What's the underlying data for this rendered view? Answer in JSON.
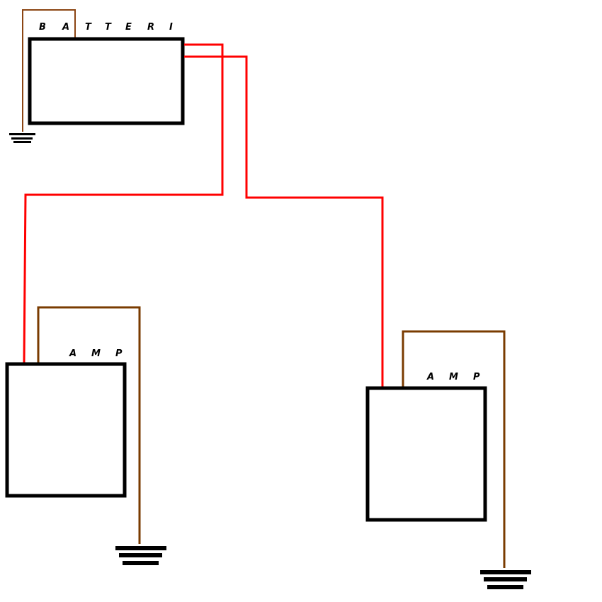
{
  "labels": {
    "battery": [
      "B",
      "A",
      "T",
      "T",
      "E",
      "R",
      "I"
    ],
    "amp_left": [
      "A",
      "M",
      "P"
    ],
    "amp_right": [
      "A",
      "M",
      "P"
    ]
  },
  "colors": {
    "power_wire": "#ff0000",
    "ground_wire": "#7a3b00",
    "box": "#000000"
  }
}
